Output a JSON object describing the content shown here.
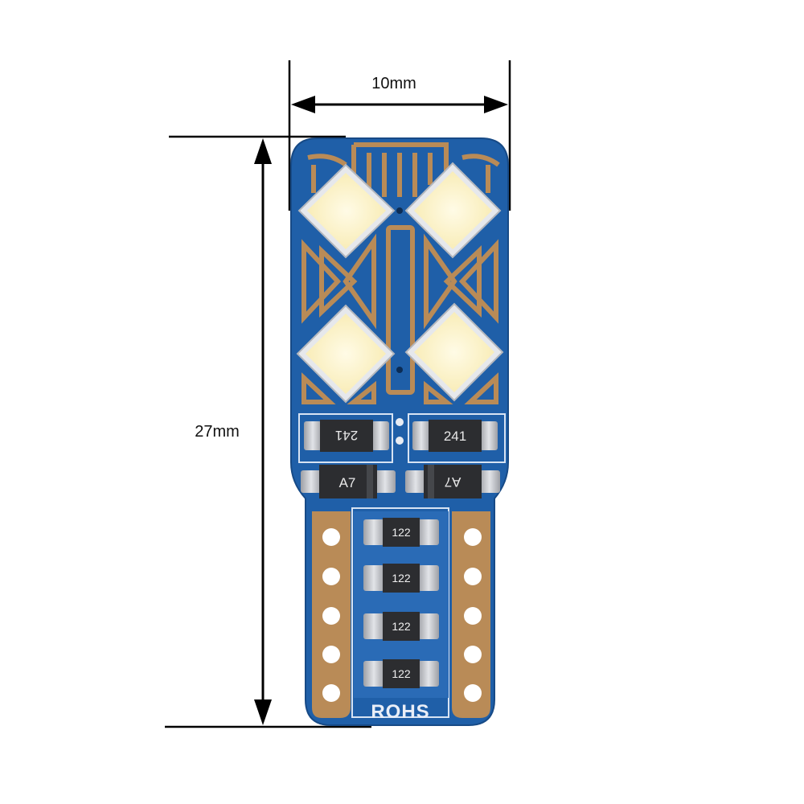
{
  "dimensions": {
    "width_label": "10mm",
    "height_label": "27mm"
  },
  "board": {
    "silkscreen": "ROHS",
    "resistor_codes_top": [
      "241",
      "241"
    ],
    "diode_codes": [
      "A7",
      "A7"
    ],
    "resistor_codes_bottom": [
      "122",
      "122",
      "122",
      "122"
    ]
  },
  "colors": {
    "pcb_blue": "#1f5fa8",
    "copper": "#b98b57",
    "led_yellow": "#fff4c9",
    "pad_silver": "#c9ccd2"
  }
}
